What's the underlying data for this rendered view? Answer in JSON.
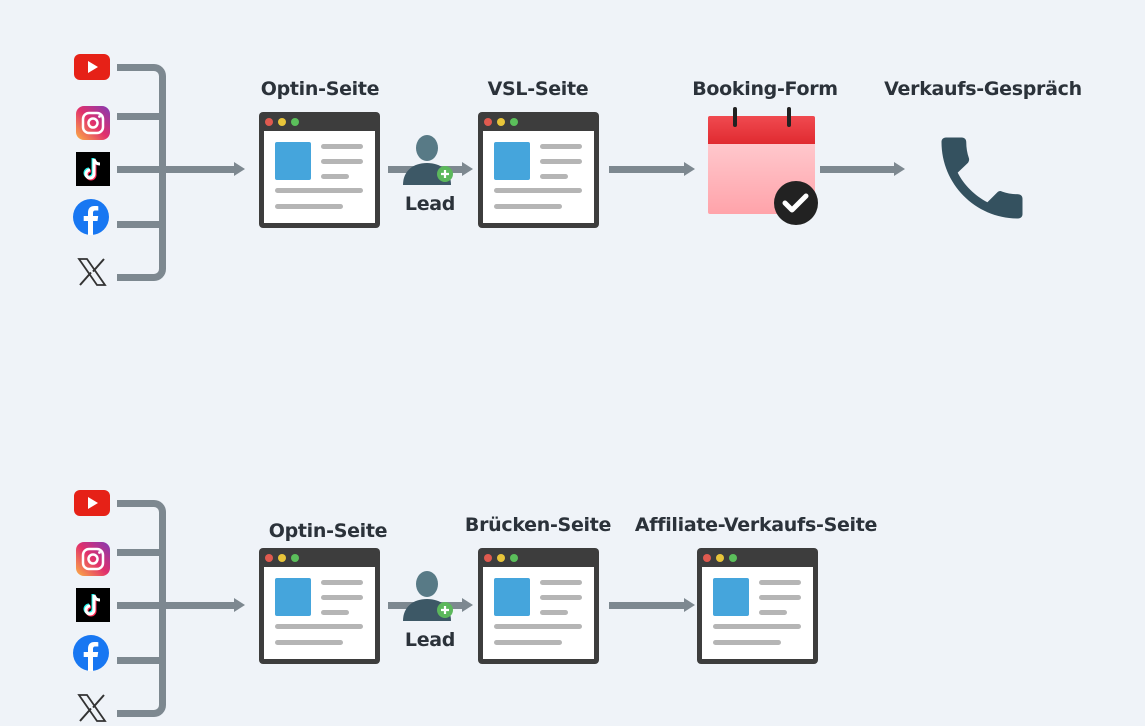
{
  "colors": {
    "background": "#eff3f8",
    "connector": "#7d8890",
    "text": "#2b323a",
    "accent_blue": "#45a5dc",
    "lead_plus": "#5cb85c",
    "calendar_red": "#e8333a",
    "phone": "#34515f"
  },
  "sources": [
    "youtube",
    "instagram",
    "tiktok",
    "facebook",
    "x"
  ],
  "funnel_top": {
    "steps": [
      {
        "label": "Optin-Seite"
      },
      {
        "label": "VSL-Seite"
      },
      {
        "label": "Booking-Form"
      },
      {
        "label": "Verkaufs-Gespräch"
      }
    ],
    "lead_label": "Lead"
  },
  "funnel_bottom": {
    "steps": [
      {
        "label": "Optin-Seite"
      },
      {
        "label": "Brücken-Seite"
      },
      {
        "label": "Affiliate-Verkaufs-Seite"
      }
    ],
    "lead_label": "Lead"
  }
}
